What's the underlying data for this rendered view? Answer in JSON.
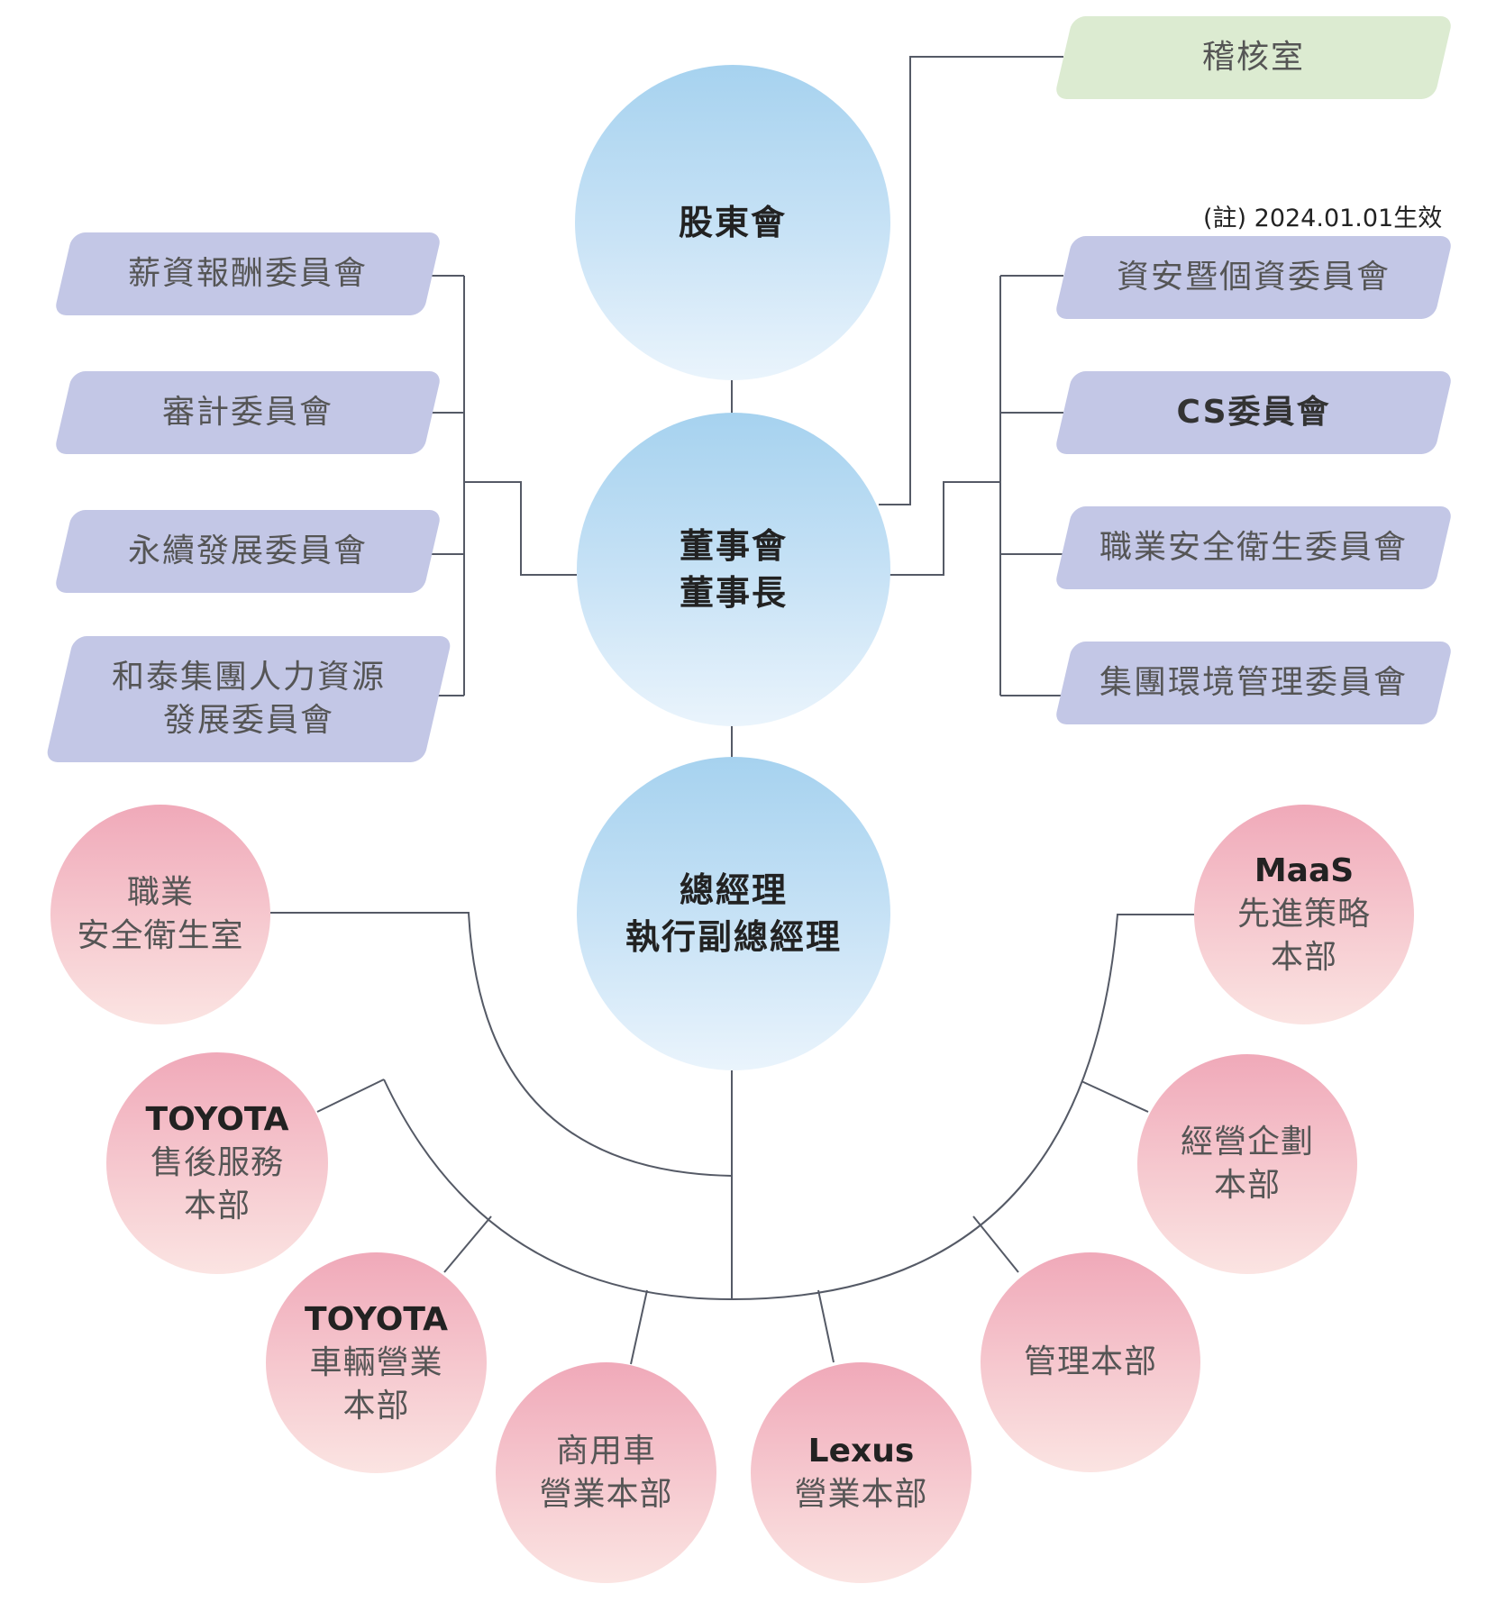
{
  "top": {
    "shareholders": "股東會",
    "board_line1": "董事會",
    "board_line2": "董事長",
    "gm_line1": "總經理",
    "gm_line2": "執行副總經理"
  },
  "audit": "稽核室",
  "note": "(註) 2024.01.01生效",
  "left_committees": [
    {
      "line1": "薪資報酬委員會"
    },
    {
      "line1": "審計委員會"
    },
    {
      "line1": "永續發展委員會"
    },
    {
      "line1": "和泰集團人力資源",
      "line2": "發展委員會"
    }
  ],
  "right_committees": [
    {
      "line1": "資安暨個資委員會"
    },
    {
      "line1": "CS委員會"
    },
    {
      "line1": "職業安全衛生委員會"
    },
    {
      "line1": "集團環境管理委員會"
    }
  ],
  "divisions": [
    {
      "line1": "職業",
      "line2": "安全衛生室"
    },
    {
      "line1": "TOYOTA",
      "line2": "售後服務",
      "line3": "本部"
    },
    {
      "line1": "TOYOTA",
      "line2": "車輛營業",
      "line3": "本部"
    },
    {
      "line1": "商用車",
      "line2": "營業本部"
    },
    {
      "line1": "Lexus",
      "line2": "營業本部"
    },
    {
      "line1": "管理本部"
    },
    {
      "line1": "經營企劃",
      "line2": "本部"
    },
    {
      "line1": "MaaS",
      "line2": "先進策略",
      "line3": "本部"
    }
  ]
}
